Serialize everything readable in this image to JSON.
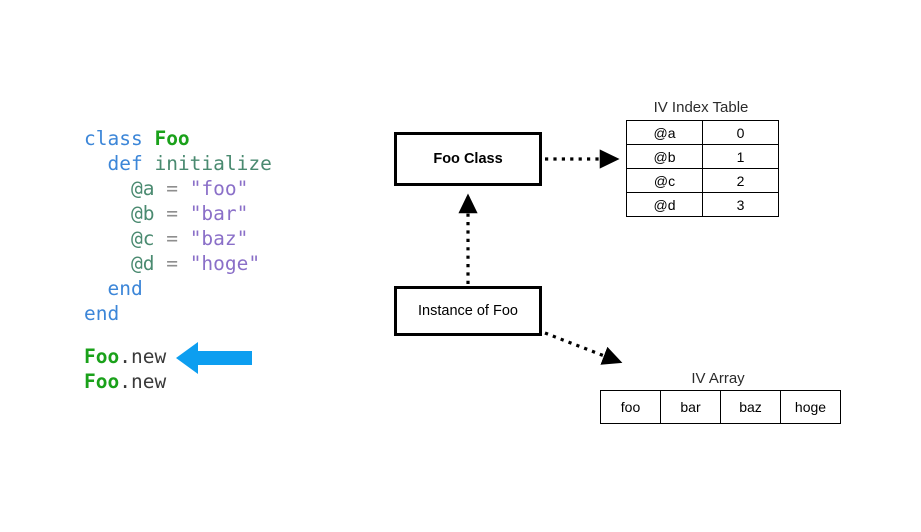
{
  "code": {
    "lines": [
      [
        {
          "t": "class ",
          "c": "kw"
        },
        {
          "t": "Foo",
          "c": "cls"
        }
      ],
      [
        {
          "t": "  ",
          "c": "plain"
        },
        {
          "t": "def ",
          "c": "kw"
        },
        {
          "t": "initialize",
          "c": "meth"
        }
      ],
      [
        {
          "t": "    ",
          "c": "plain"
        },
        {
          "t": "@a",
          "c": "ivar"
        },
        {
          "t": " = ",
          "c": "op"
        },
        {
          "t": "\"foo\"",
          "c": "str"
        }
      ],
      [
        {
          "t": "    ",
          "c": "plain"
        },
        {
          "t": "@b",
          "c": "ivar"
        },
        {
          "t": " = ",
          "c": "op"
        },
        {
          "t": "\"bar\"",
          "c": "str"
        }
      ],
      [
        {
          "t": "    ",
          "c": "plain"
        },
        {
          "t": "@c",
          "c": "ivar"
        },
        {
          "t": " = ",
          "c": "op"
        },
        {
          "t": "\"baz\"",
          "c": "str"
        }
      ],
      [
        {
          "t": "    ",
          "c": "plain"
        },
        {
          "t": "@d",
          "c": "ivar"
        },
        {
          "t": " = ",
          "c": "op"
        },
        {
          "t": "\"hoge\"",
          "c": "str"
        }
      ],
      [
        {
          "t": "  ",
          "c": "plain"
        },
        {
          "t": "end",
          "c": "kw"
        }
      ],
      [
        {
          "t": "end",
          "c": "kw"
        }
      ]
    ],
    "calls": [
      [
        {
          "t": "Foo",
          "c": "cls"
        },
        {
          "t": ".new",
          "c": "plain"
        }
      ],
      [
        {
          "t": "Foo",
          "c": "cls"
        },
        {
          "t": ".new",
          "c": "plain"
        }
      ]
    ],
    "colors": {
      "keyword": "#3c86d8",
      "class_name": "#1aa11a",
      "method": "#4a8a70",
      "ivar": "#4a8a70",
      "operator": "#8e8e8e",
      "string": "#8a6fc8",
      "plain": "#3a3a3a"
    }
  },
  "highlight_arrow": {
    "name": "blue-left-arrow",
    "color": "#0d9ef0",
    "direction": "left",
    "points_at": "Foo.new"
  },
  "diagram": {
    "foo_class_box": {
      "label": "Foo Class"
    },
    "instance_box": {
      "label": "Instance of Foo"
    },
    "connectors": [
      {
        "name": "class-to-index-table",
        "style": "dotted",
        "from": "Foo Class",
        "to": "IV Index Table"
      },
      {
        "name": "instance-to-class",
        "style": "dotted",
        "from": "Instance of Foo",
        "to": "Foo Class"
      },
      {
        "name": "instance-to-iv-array",
        "style": "dotted",
        "from": "Instance of Foo",
        "to": "IV Array"
      }
    ]
  },
  "iv_index_table": {
    "title": "IV Index Table",
    "rows": [
      {
        "name": "@a",
        "index": "0"
      },
      {
        "name": "@b",
        "index": "1"
      },
      {
        "name": "@c",
        "index": "2"
      },
      {
        "name": "@d",
        "index": "3"
      }
    ]
  },
  "iv_array": {
    "title": "IV Array",
    "cells": [
      "foo",
      "bar",
      "baz",
      "hoge"
    ]
  }
}
